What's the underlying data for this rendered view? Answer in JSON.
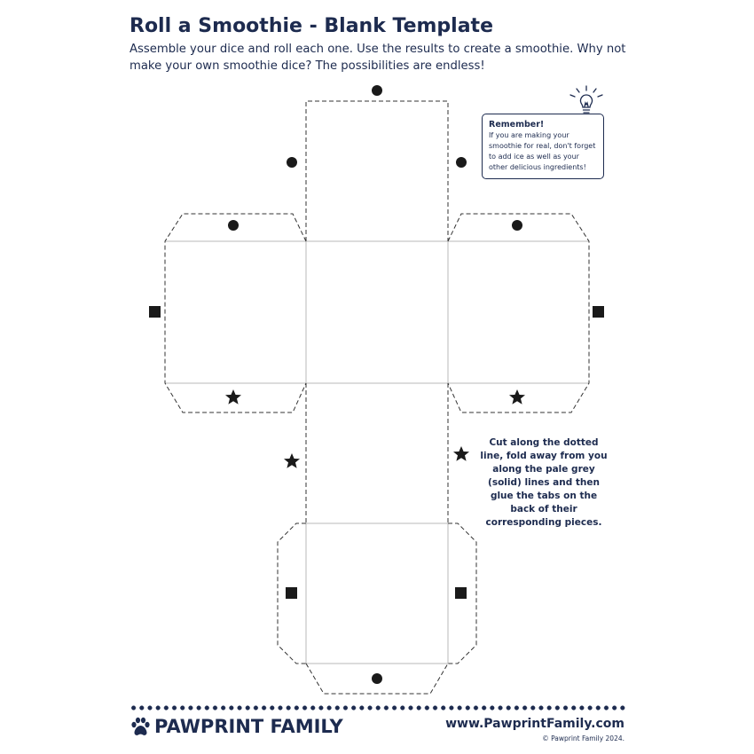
{
  "header": {
    "title": "Roll a Smoothie - Blank Template",
    "intro": "Assemble your dice and roll each one. Use the results to create a smoothie. Why not make your own smoothie dice? The possibilities are endless!"
  },
  "note": {
    "title": "Remember!",
    "body": "If you are making your smoothie for real, don't forget to add ice as well as your other delicious ingredients!"
  },
  "instructions": "Cut along the dotted line, fold away from you along the pale grey (solid) lines and then glue the tabs on the back of their corresponding pieces.",
  "footer": {
    "brand": "PAWPRINT FAMILY",
    "website": "www.PawprintFamily.com",
    "copyright": "© Pawprint Family 2024."
  },
  "icons": {
    "bulb": "lightbulb-icon",
    "paw": "paw-icon",
    "marker_circle": "circle-marker-icon",
    "marker_square": "square-marker-icon",
    "marker_star": "star-marker-icon"
  },
  "colors": {
    "navy": "#1d2b4f",
    "fold_line": "#b9b9b9",
    "cut_line": "#333333",
    "marker": "#1a1a1a"
  }
}
